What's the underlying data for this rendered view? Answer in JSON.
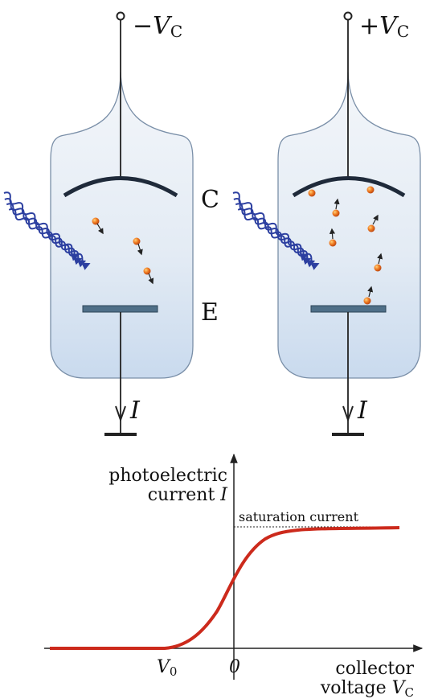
{
  "tubes": {
    "left": {
      "voltage_sign": "−",
      "voltage_symbol": "V",
      "voltage_sub": "C",
      "current_label": "I"
    },
    "right": {
      "voltage_sign": "+",
      "voltage_symbol": "V",
      "voltage_sub": "C",
      "current_label": "I"
    },
    "collector_label": "C",
    "emitter_label": "E"
  },
  "graph": {
    "ylabel_line1": "photoelectric",
    "ylabel_line2": "current",
    "ylabel_symbol": "I",
    "xlabel_line1": "collector",
    "xlabel_line2": "voltage",
    "xlabel_symbol": "V",
    "xlabel_sub": "C",
    "saturation_label": "saturation current",
    "v0_symbol": "V",
    "v0_sub": "0",
    "origin_label": "0"
  },
  "colors": {
    "glass": "#dbe6f2",
    "curve": "#cc2a1c",
    "photon": "#2c3fa0",
    "electron": "#e8651e"
  }
}
